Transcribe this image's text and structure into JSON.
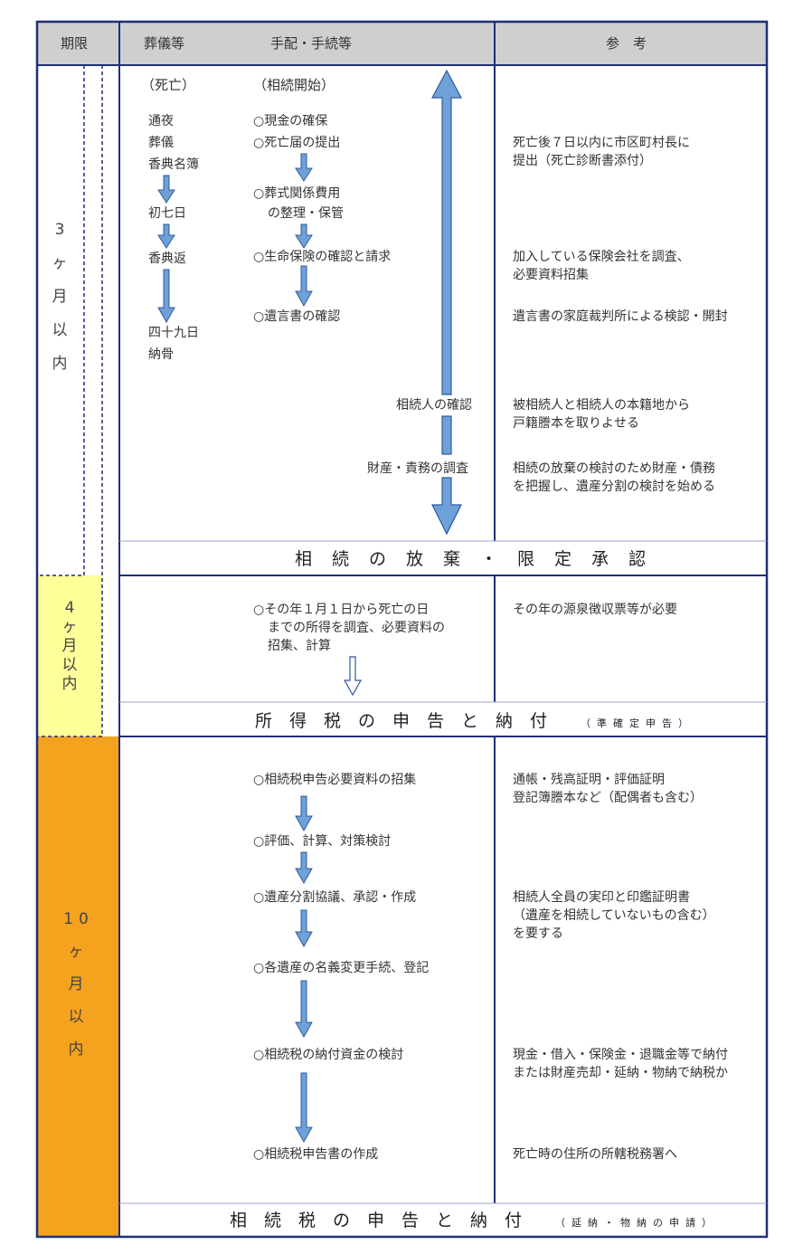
{
  "header": {
    "col_period": "期限",
    "col_funeral": "葬儀等",
    "col_procedures": "手配・手続等",
    "col_notes": "参　考"
  },
  "periods": [
    {
      "label": [
        "3",
        "ヶ",
        "月",
        "以",
        "内"
      ],
      "color": "#ffffff"
    },
    {
      "label": [
        "4",
        "ヶ",
        "月",
        "以",
        "内"
      ],
      "color": "#ffff99"
    },
    {
      "label": [
        "10",
        "ヶ",
        "月",
        "以",
        "内"
      ],
      "color": "#f5a21f"
    }
  ],
  "funeral": {
    "death": "（死亡）",
    "items": [
      "通夜",
      "葬儀",
      "香典名簿",
      "初七日",
      "香典返",
      "四十九日",
      "納骨"
    ]
  },
  "section1": {
    "start": "（相続開始）",
    "steps": [
      "○現金の確保",
      "○死亡届の提出",
      "○葬式関係費用",
      "の整理・保管",
      "○生命保険の確認と請求",
      "○遺言書の確認"
    ],
    "confirm_heirs": "相続人の確認",
    "asset_survey": "財産・責務の調査",
    "notes": [
      [
        "死亡後７日以内に市区町村長に",
        "提出（死亡診断書添付）"
      ],
      [
        "加入している保険会社を調査、",
        "必要資料招集"
      ],
      [
        "遺言書の家庭裁判所による検認・開封"
      ],
      [
        "被相続人と相続人の本籍地から",
        "戸籍謄本を取りよせる"
      ],
      [
        "相続の放棄の検討のため財産・債務",
        "を把握し、遺産分割の検討を始める"
      ]
    ],
    "band": "相続の放棄・限定承認"
  },
  "section2": {
    "steps": [
      "○その年１月１日から死亡の日",
      "までの所得を調査、必要資料の",
      "招集、計算"
    ],
    "note": "その年の源泉徴収票等が必要",
    "band": "所得税の申告と納付",
    "band_sub": "（準確定申告）"
  },
  "section3": {
    "steps": [
      "○相続税申告必要資料の招集",
      "○評価、計算、対策検討",
      "○遺産分割協議、承認・作成",
      "○各遺産の名義変更手続、登記",
      "○相続税の納付資金の検討",
      "○相続税申告書の作成"
    ],
    "notes": [
      [
        "通帳・残高証明・評価証明",
        "登記簿謄本など（配偶者も含む）"
      ],
      [
        "相続人全員の実印と印鑑証明書",
        "（遺産を相続していないもの含む）",
        "を要する"
      ],
      [
        "現金・借入・保険金・退職金等で納付",
        "または財産売却・延納・物納で納税か"
      ],
      [
        "死亡時の住所の所轄税務署へ"
      ]
    ],
    "band": "相続税の申告と納付",
    "band_sub": "（延納・物納の申請）"
  },
  "colors": {
    "border": "#1f2f7a",
    "header_bg": "#cfcfcf",
    "arrow_fill": "#6fa0d8",
    "arrow_stroke": "#2e5a9c",
    "yellow": "#ffff99",
    "orange": "#f5a21f"
  }
}
